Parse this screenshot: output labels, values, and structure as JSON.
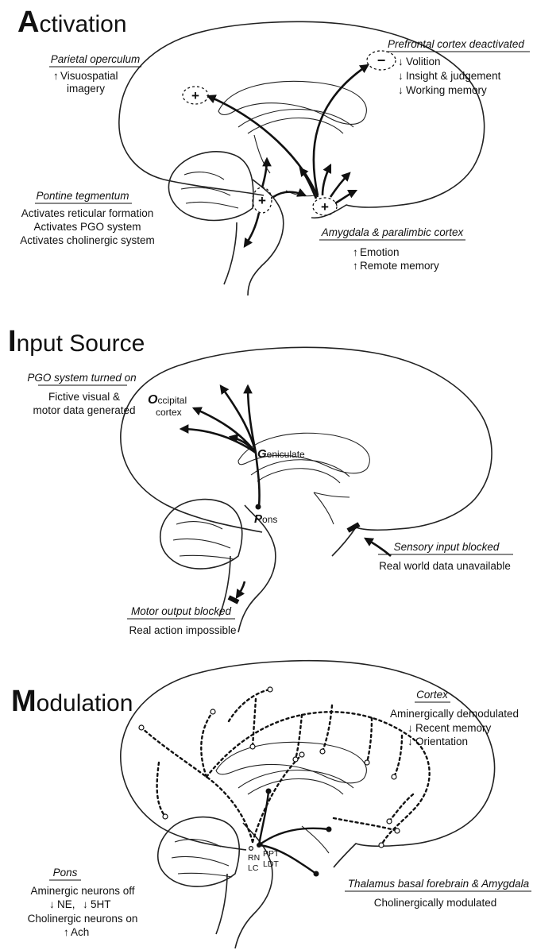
{
  "activation": {
    "title_initial": "A",
    "title_rest": "ctivation",
    "parietal": {
      "header": "Parietal operculum",
      "lines": [
        "Visuospatial",
        "imagery"
      ]
    },
    "prefrontal": {
      "header": "Prefrontal cortex deactivated",
      "lines": [
        "Volition",
        "Insight & judgement",
        "Working memory"
      ]
    },
    "pontine": {
      "header": "Pontine tegmentum",
      "lines": [
        "Activates reticular formation",
        "Activates PGO system",
        "Activates cholinergic system"
      ]
    },
    "amygdala": {
      "header": "Amygdala & paralimbic cortex",
      "lines": [
        "Emotion",
        "Remote memory"
      ]
    },
    "plus_sign": "+",
    "minus_sign": "−"
  },
  "input_source": {
    "title_initial": "I",
    "title_rest": "nput Source",
    "pgo": {
      "header": "PGO system turned on",
      "lines": [
        "Fictive visual &",
        "motor data generated"
      ]
    },
    "occipital": {
      "initial": "O",
      "rest": "ccipital",
      "line2": "cortex"
    },
    "geniculate": {
      "initial": "G",
      "rest": "eniculate"
    },
    "pons": {
      "initial": "P",
      "rest": "ons"
    },
    "sensory": {
      "header": "Sensory input blocked",
      "line": "Real world data unavailable"
    },
    "motor": {
      "header": "Motor output blocked",
      "line": "Real action impossible"
    }
  },
  "modulation": {
    "title_initial": "M",
    "title_rest": "odulation",
    "cortex": {
      "header": "Cortex",
      "lines": [
        "Aminergically demodulated",
        "Recent memory",
        "Orientation"
      ]
    },
    "pons": {
      "header": "Pons",
      "line1": "Aminergic neurons off",
      "ne": "NE,",
      "ht": "5HT",
      "line3": "Cholinergic neurons on",
      "ach": "Ach"
    },
    "thalamus": {
      "header": "Thalamus basal forebrain & Amygdala",
      "line": "Cholinergically modulated"
    },
    "labels": {
      "rn": "RN",
      "lc": "LC",
      "ppt": "PPT",
      "ldt": "LDT"
    }
  }
}
